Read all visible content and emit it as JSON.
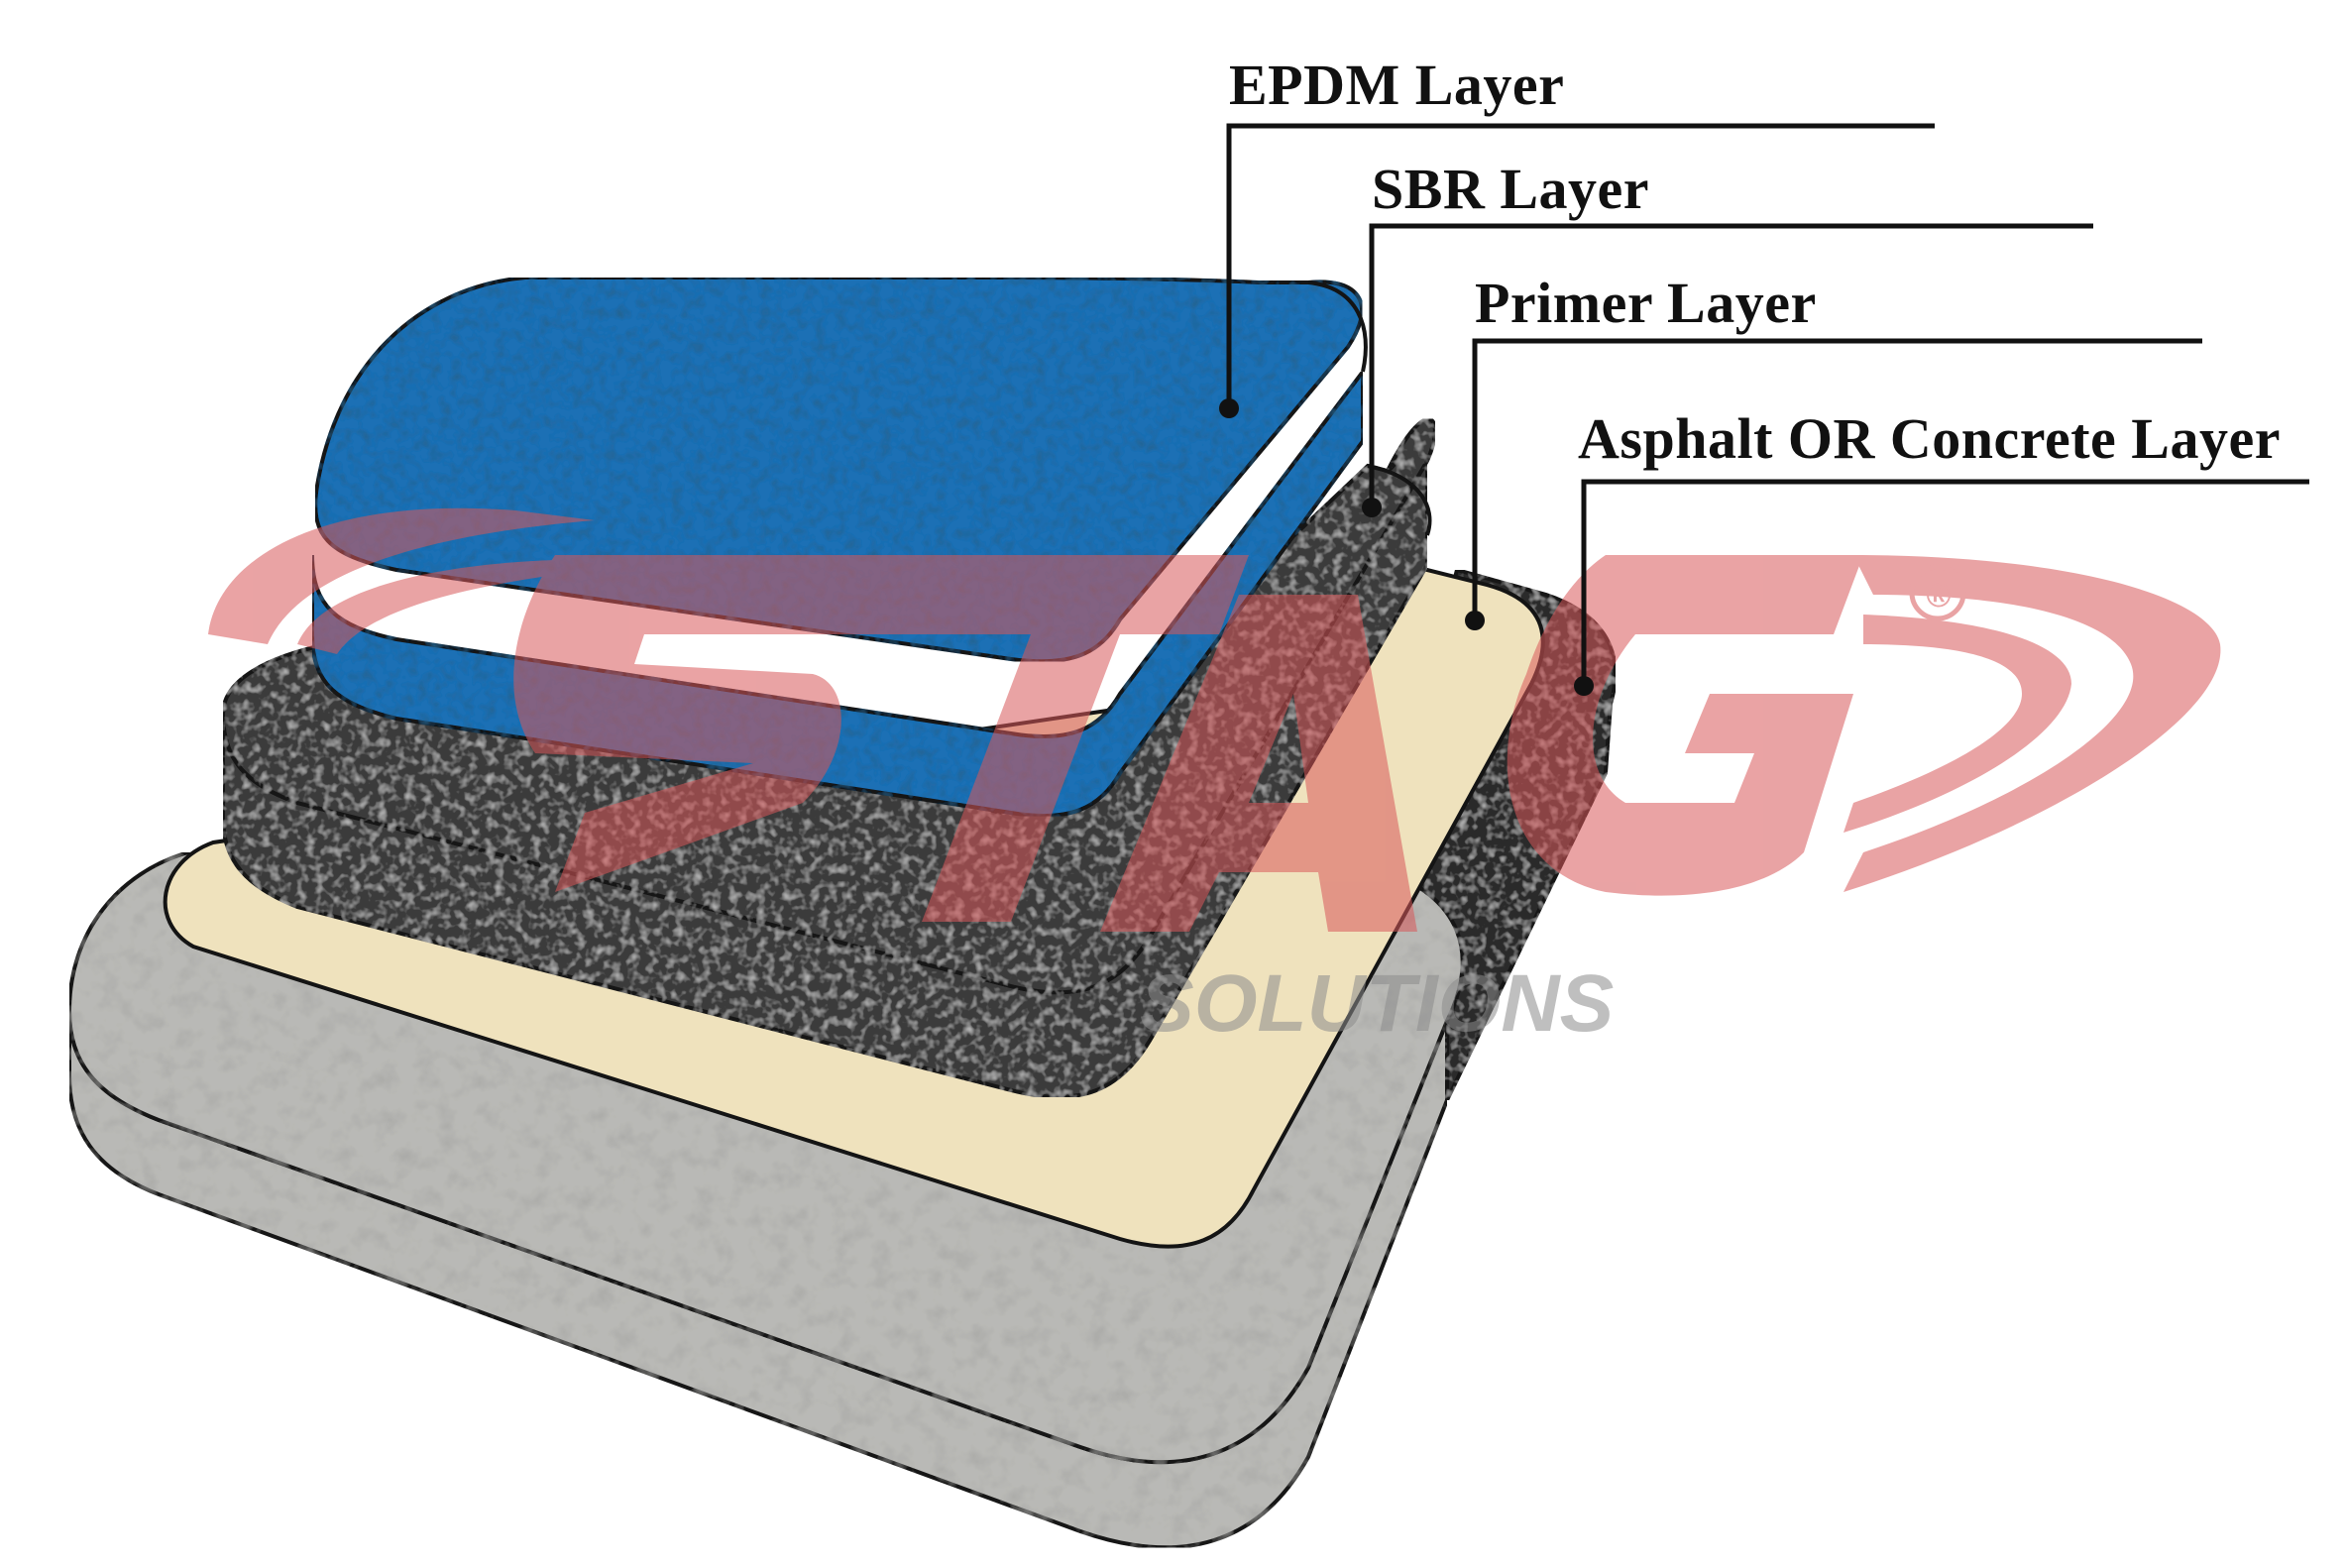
{
  "diagram": {
    "labels": {
      "epdm": "EPDM  Layer",
      "sbr": "SBR Layer",
      "primer": "Primer Layer",
      "base": "Asphalt OR Concrete Layer"
    },
    "watermark": {
      "word": "SOLUTIONS",
      "registered_mark": "®"
    },
    "colors": {
      "epdm": "#1f6fb5",
      "sbr": "#3a3a3a",
      "primer": "#efe2bd",
      "asphalt": "#2a2a2a",
      "concrete": "#b9b9b6",
      "watermark_red": "#d8585a",
      "watermark_gray": "#8c8c8c"
    }
  }
}
